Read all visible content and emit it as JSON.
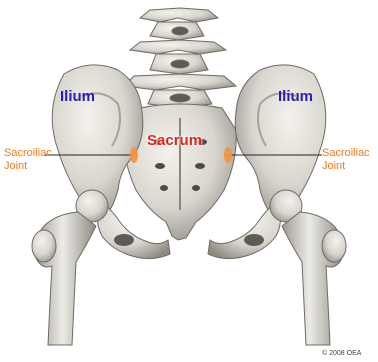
{
  "labels": {
    "ilium_left": "Ilium",
    "ilium_right": "Ilium",
    "sacrum": "Sacrum",
    "joint_left_line1": "Sacroiliac",
    "joint_left_line2": "Joint",
    "joint_right_line1": "Sacroiliac",
    "joint_right_line2": "Joint"
  },
  "copyright": "© 2008 OEA",
  "colors": {
    "ilium_text": "#2a1fb5",
    "sacrum_text": "#d8281e",
    "joint_text": "#f07a1a",
    "joint_marker": "#f5923a",
    "bone_fill": "#d9d6cf",
    "bone_shade": "#8f8b83",
    "leader_line": "#222222"
  }
}
